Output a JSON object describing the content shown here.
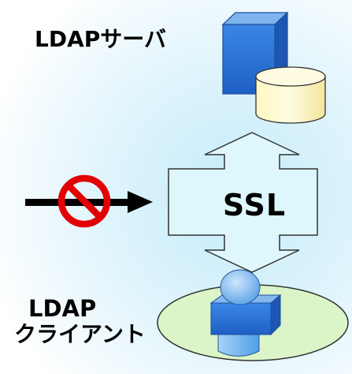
{
  "labels": {
    "server": "LDAPサーバ",
    "client_line1": "LDAP",
    "client_line2": "クライアント",
    "ssl": "SSL"
  },
  "icons": {
    "server": "server-box-icon",
    "database": "database-cylinder-icon",
    "client": "user-at-desk-icon",
    "blocked": "prohibited-icon"
  },
  "colors": {
    "background_glow": "#c8ecf9",
    "server_blue": "#2f78d8",
    "database_yellow": "#fff6b8",
    "arrow_fill": "#def7fd",
    "ellipse_green": "#dcf5c8",
    "person_blue": "#5aa8ee",
    "prohibit_red": "#e20000",
    "attack_arrow": "#000000"
  }
}
